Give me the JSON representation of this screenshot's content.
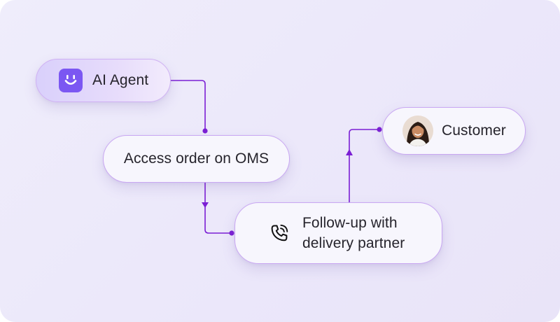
{
  "nodes": {
    "agent": {
      "label": "AI Agent",
      "icon": "smiley-agent-icon"
    },
    "oms": {
      "label": "Access order on OMS"
    },
    "followup": {
      "line1": "Follow-up with",
      "line2": "delivery partner",
      "icon": "phone-call-icon"
    },
    "customer": {
      "label": "Customer",
      "icon": "customer-avatar"
    }
  },
  "colors": {
    "accent": "#7b1fd4",
    "agent_icon_bg": "#7b57f2",
    "node_border": "#c9a7f2",
    "background": "#ece9fa"
  }
}
